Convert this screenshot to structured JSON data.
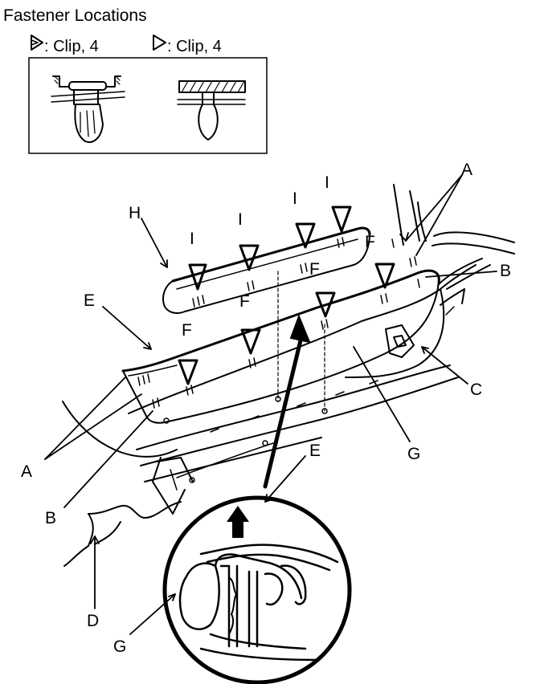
{
  "title": "Fastener Locations",
  "legend": [
    {
      "icon": "clip-type-1-icon",
      "text": ": Clip, 4"
    },
    {
      "icon": "clip-type-2-icon",
      "text": ": Clip, 4"
    }
  ],
  "callouts": {
    "A": "A",
    "B": "B",
    "C": "C",
    "D": "D",
    "E": "E",
    "F": "F",
    "G": "G",
    "H": "H",
    "I": "I"
  }
}
